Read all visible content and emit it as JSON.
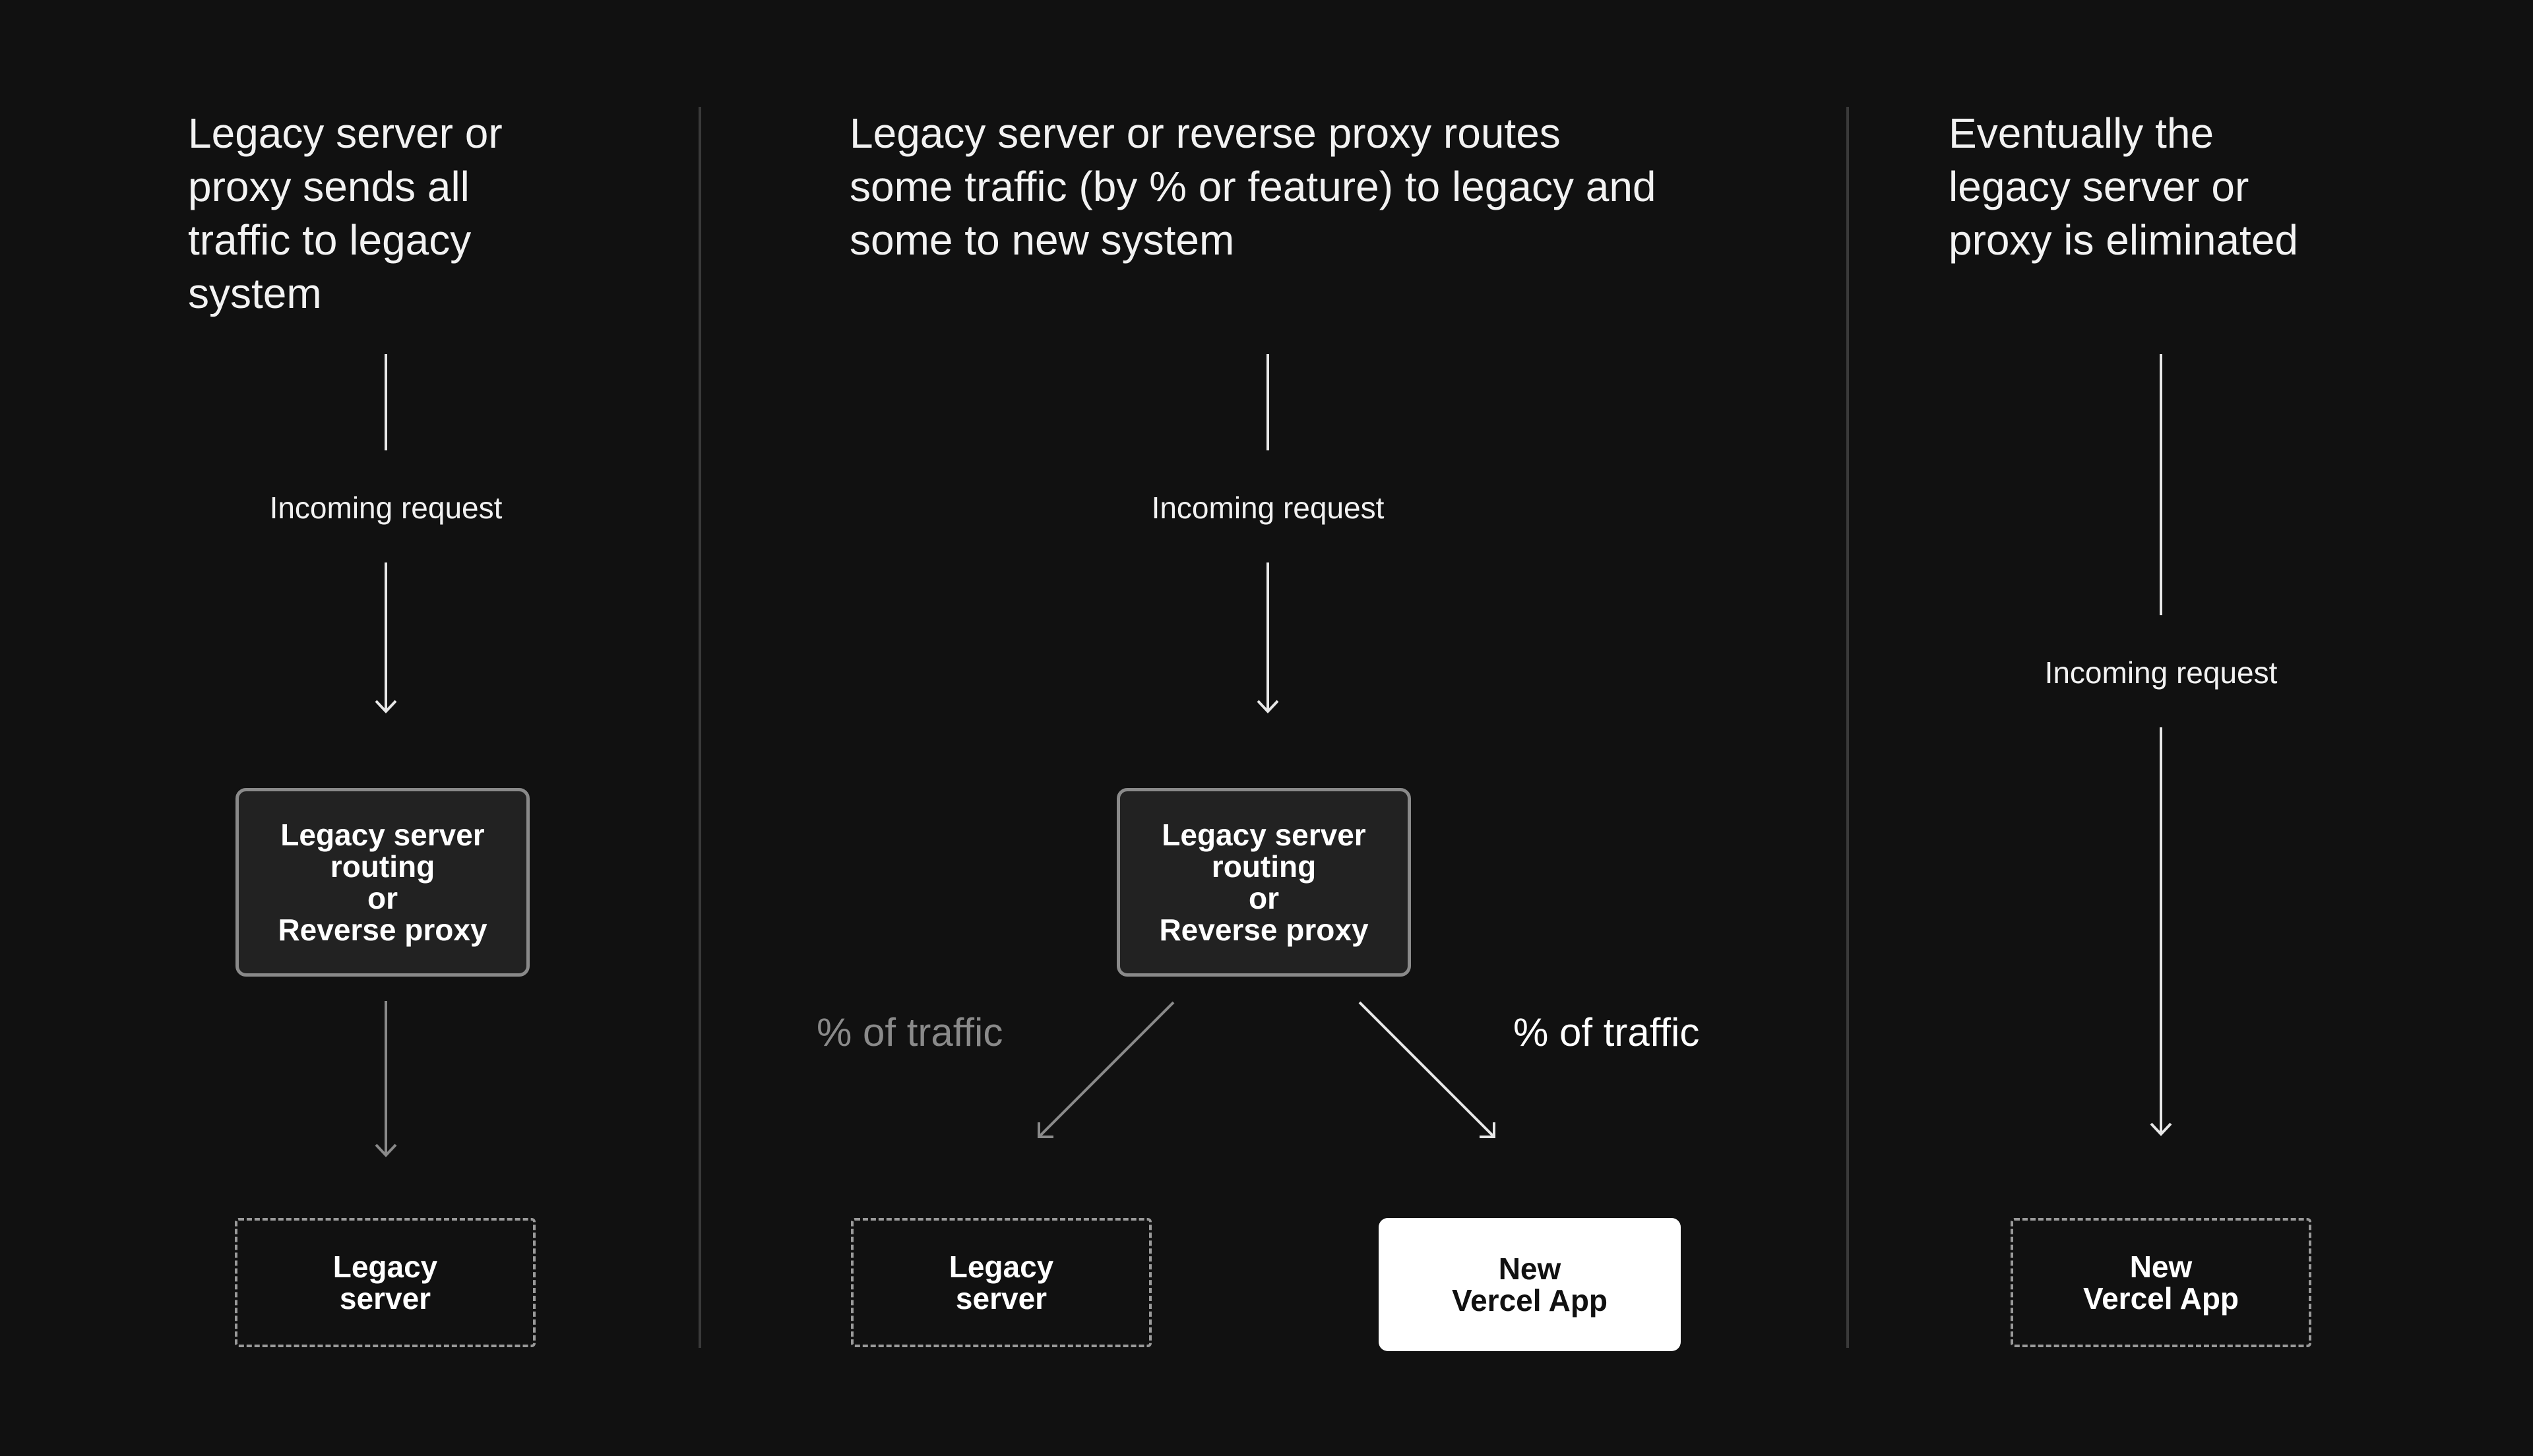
{
  "panels": [
    {
      "title": "Legacy server or\nproxy sends all\ntraffic to legacy\nsystem",
      "incoming_label": "Incoming request",
      "router_label": "Legacy server\nrouting\nor\nReverse proxy",
      "target_label": "Legacy\nserver"
    },
    {
      "title": "Legacy server or reverse proxy routes\nsome traffic (by % or feature) to legacy and\nsome to new system",
      "incoming_label": "Incoming request",
      "router_label": "Legacy server\nrouting\nor\nReverse proxy",
      "left_traffic_label": "% of traffic",
      "right_traffic_label": "% of traffic",
      "legacy_target_label": "Legacy\nserver",
      "new_target_label": "New\nVercel App"
    },
    {
      "title": "Eventually the\nlegacy server or\nproxy is eliminated",
      "incoming_label": "Incoming request",
      "target_label": "New\nVercel App"
    }
  ],
  "colors": {
    "background": "#111111",
    "arrow": "#e8e8e8",
    "dim_arrow": "#8a8a8a",
    "dim_text": "#8a8a8a",
    "box_fill": "#222222",
    "new_app_fill": "#ffffff"
  }
}
